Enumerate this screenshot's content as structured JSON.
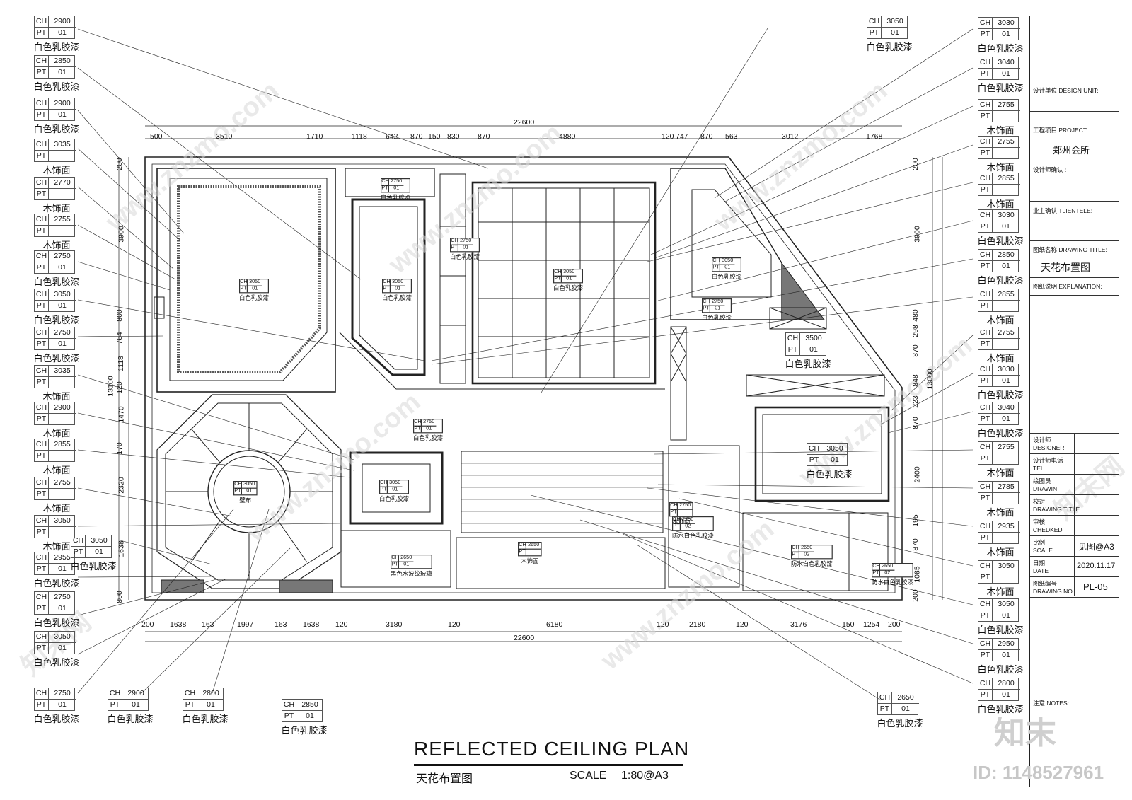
{
  "drawing": {
    "title_en": "REFLECTED CEILING PLAN",
    "title_cn": "天花布置图",
    "scale_label": "SCALE",
    "scale_value": "1:80@A3"
  },
  "tags_left": [
    {
      "ch": "2900",
      "pt": "01",
      "mat": "白色乳胶漆"
    },
    {
      "ch": "2850",
      "pt": "01",
      "mat": "白色乳胶漆"
    },
    {
      "ch": "2900",
      "pt": "01",
      "mat": "白色乳胶漆"
    },
    {
      "ch": "3035",
      "pt": "",
      "mat": "木饰面"
    },
    {
      "ch": "2770",
      "pt": "",
      "mat": "木饰面"
    },
    {
      "ch": "2755",
      "pt": "",
      "mat": "木饰面"
    },
    {
      "ch": "2750",
      "pt": "01",
      "mat": "白色乳胶漆"
    },
    {
      "ch": "3050",
      "pt": "01",
      "mat": "白色乳胶漆"
    },
    {
      "ch": "2750",
      "pt": "01",
      "mat": "白色乳胶漆"
    },
    {
      "ch": "3035",
      "pt": "",
      "mat": "木饰面"
    },
    {
      "ch": "2900",
      "pt": "",
      "mat": "木饰面"
    },
    {
      "ch": "2855",
      "pt": "",
      "mat": "木饰面"
    },
    {
      "ch": "2755",
      "pt": "",
      "mat": "木饰面"
    },
    {
      "ch": "3050",
      "pt": "",
      "mat": "木饰面"
    },
    {
      "ch": "2955",
      "pt": "01",
      "mat": "白色乳胶漆"
    },
    {
      "ch": "2750",
      "pt": "01",
      "mat": "白色乳胶漆"
    },
    {
      "ch": "3050",
      "pt": "01",
      "mat": "白色乳胶漆"
    }
  ],
  "tag_left_extra": {
    "ch": "3050",
    "pt": "01",
    "mat": "白色乳胶漆"
  },
  "tags_bottom": [
    {
      "ch": "2750",
      "pt": "01",
      "mat": "白色乳胶漆"
    },
    {
      "ch": "2900",
      "pt": "01",
      "mat": "白色乳胶漆"
    },
    {
      "ch": "2800",
      "pt": "01",
      "mat": "白色乳胶漆"
    },
    {
      "ch": "2850",
      "pt": "01",
      "mat": "白色乳胶漆"
    },
    {
      "ch": "2650",
      "pt": "01",
      "mat": "白色乳胶漆"
    }
  ],
  "tags_right": [
    {
      "ch": "3030",
      "pt": "01",
      "mat": "白色乳胶漆"
    },
    {
      "ch": "3040",
      "pt": "01",
      "mat": "白色乳胶漆"
    },
    {
      "ch": "2755",
      "pt": "",
      "mat": "木饰面"
    },
    {
      "ch": "2755",
      "pt": "",
      "mat": "木饰面"
    },
    {
      "ch": "2855",
      "pt": "",
      "mat": "木饰面"
    },
    {
      "ch": "3030",
      "pt": "01",
      "mat": "白色乳胶漆"
    },
    {
      "ch": "2850",
      "pt": "01",
      "mat": "白色乳胶漆"
    },
    {
      "ch": "2855",
      "pt": "",
      "mat": "木饰面"
    },
    {
      "ch": "2755",
      "pt": "",
      "mat": "木饰面"
    },
    {
      "ch": "3030",
      "pt": "01",
      "mat": "白色乳胶漆"
    },
    {
      "ch": "3040",
      "pt": "01",
      "mat": "白色乳胶漆"
    },
    {
      "ch": "2755",
      "pt": "",
      "mat": "木饰面"
    },
    {
      "ch": "2785",
      "pt": "",
      "mat": "木饰面"
    },
    {
      "ch": "2935",
      "pt": "",
      "mat": "木饰面"
    },
    {
      "ch": "3050",
      "pt": "",
      "mat": "木饰面"
    },
    {
      "ch": "3050",
      "pt": "01",
      "mat": "白色乳胶漆"
    },
    {
      "ch": "2950",
      "pt": "01",
      "mat": "白色乳胶漆"
    },
    {
      "ch": "2800",
      "pt": "01",
      "mat": "白色乳胶漆"
    }
  ],
  "tag_top_mid": {
    "ch": "3050",
    "pt": "01",
    "mat": "白色乳胶漆"
  },
  "tags_inside_large": [
    {
      "ch": "3500",
      "pt": "01",
      "mat": "白色乳胶漆"
    },
    {
      "ch": "3050",
      "pt": "01",
      "mat": "白色乳胶漆"
    }
  ],
  "tags_inside_small": [
    {
      "ch": "2750",
      "pt": "01",
      "mat": "白色乳胶漆"
    },
    {
      "ch": "2750",
      "pt": "01",
      "mat": "白色乳胶漆"
    },
    {
      "ch": "3050",
      "pt": "01",
      "mat": "白色乳胶漆"
    },
    {
      "ch": "3050",
      "pt": "01",
      "mat": "白色乳胶漆"
    },
    {
      "ch": "3050",
      "pt": "01",
      "mat": "白色乳胶漆"
    },
    {
      "ch": "3050",
      "pt": "01",
      "mat": "白色乳胶漆"
    },
    {
      "ch": "2750",
      "pt": "01",
      "mat": "白色乳胶漆"
    },
    {
      "ch": "2750",
      "pt": "01",
      "mat": "白色乳胶漆"
    },
    {
      "ch": "3050",
      "pt": "01",
      "mat": "壁布"
    },
    {
      "ch": "3050",
      "pt": "01",
      "mat": "白色乳胶漆"
    },
    {
      "ch": "2650",
      "pt": "01",
      "mat": "黑色水波纹玻璃"
    },
    {
      "ch": "2650",
      "pt": "",
      "mat": "木饰面"
    },
    {
      "ch": "2750",
      "pt": "02",
      "mat": "防水白色乳胶漆"
    },
    {
      "ch": "2650",
      "pt": "02",
      "mat": "防水白色乳胶漆"
    },
    {
      "ch": "2650",
      "pt": "02",
      "mat": "防水白色乳胶漆"
    },
    {
      "ch": "2750",
      "pt": "",
      "mat": "木饰面"
    }
  ],
  "dims": {
    "top_total": "22600",
    "top": [
      "500",
      "3510",
      "1710",
      "1118",
      "642",
      "870",
      "150",
      "830",
      "870",
      "4880",
      "120",
      "747",
      "870",
      "563",
      "3012",
      "1768"
    ],
    "bottom_total": "22600",
    "bottom": [
      "200",
      "1638",
      "163",
      "1997",
      "163",
      "1638",
      "120",
      "3180",
      "120",
      "6180",
      "120",
      "2180",
      "120",
      "3176",
      "150",
      "1254",
      "200"
    ],
    "left_total": "13100",
    "left": [
      "200",
      "3900",
      "800",
      "764",
      "1118",
      "120",
      "1470",
      "170",
      "2320",
      "1638",
      "800"
    ],
    "right_total": "13000",
    "right": [
      "200",
      "3900",
      "480",
      "298",
      "870",
      "848",
      "223",
      "870",
      "2400",
      "195",
      "870",
      "1085",
      "200"
    ]
  },
  "titleblock": {
    "design_unit_label": "设计单位 DESIGN UNIT:",
    "project_label": "工程项目 PROJECT:",
    "project_value": "郑州会所",
    "designer_confirm_label": "设计师确认 :",
    "client_confirm_label": "业主确认 TLIENTELE:",
    "drawing_title_label": "图纸名称 DRAWING TITLE:",
    "drawing_title_value": "天花布置图",
    "explanation_label": "图纸说明 EXPLANATION:",
    "designer_label_cn": "设计师",
    "designer_label_en": "DESIGNER",
    "tel_label_cn": "设计师电话",
    "tel_label_en": "TEL",
    "drawn_label_cn": "绘图员",
    "drawn_label_en": "DRAWIN",
    "check_label_cn": "校对",
    "check_label_en": "DRAWING TITLE",
    "checked_label_cn": "审核",
    "checked_label_en": "CHEDKED",
    "scale_label_cn": "比例",
    "scale_label_en": "SCALE",
    "scale_value": "见图@A3",
    "date_label_cn": "日期",
    "date_label_en": "DATE",
    "date_value": "2020.11.17",
    "drawing_no_label_cn": "图纸编号",
    "drawing_no_label_en": "DRAWING NO.",
    "drawing_no_value": "PL-05",
    "notes_label": "注意 NOTES:"
  },
  "watermark": {
    "text": "www.znzmo.com",
    "text_cn": "知末网",
    "logo": "知末",
    "id": "ID: 1148527961"
  }
}
